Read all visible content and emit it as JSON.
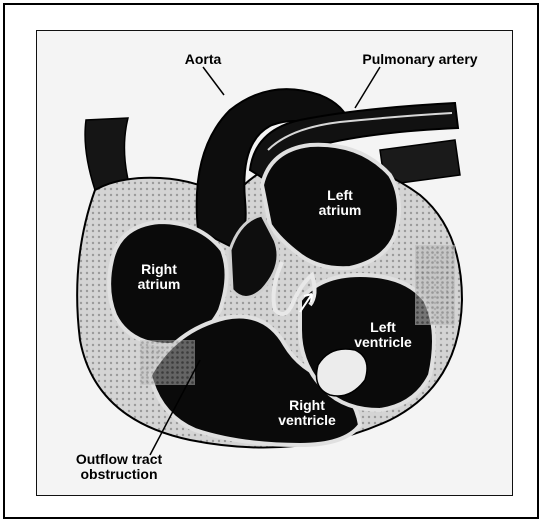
{
  "labels": {
    "aorta": "Aorta",
    "pulmonary_artery": "Pulmonary artery",
    "left_atrium": "Left\natrium",
    "right_atrium": "Right\natrium",
    "left_ventricle": "Left\nventricle",
    "right_ventricle": "Right\nventricle",
    "outflow_tract": "Outflow tract\nobstruction"
  },
  "colors": {
    "chamber": "#0a0a0a",
    "wall": "#d9d9d9",
    "background": "#f4f4f4",
    "outline": "#000000"
  }
}
